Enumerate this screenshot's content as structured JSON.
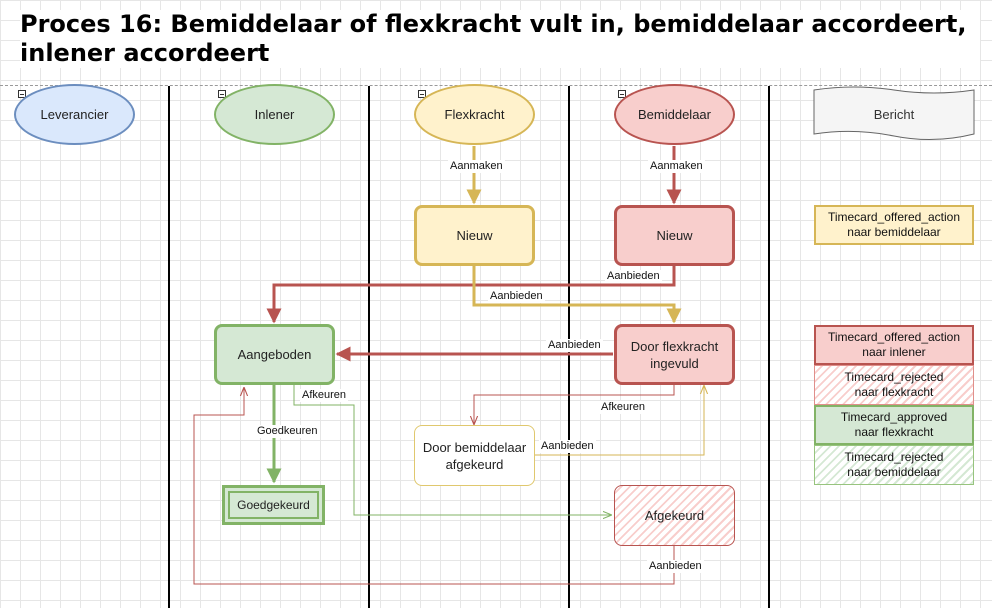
{
  "title": "Proces 16: Bemiddelaar of flexkracht vult in, bemiddelaar accordeert, inlener accordeert",
  "lanes": {
    "leverancier": "Leverancier",
    "inlener": "Inlener",
    "flexkracht": "Flexkracht",
    "bemiddelaar": "Bemiddelaar",
    "bericht": "Bericht"
  },
  "nodes": {
    "nieuw_flex": "Nieuw",
    "nieuw_bem": "Nieuw",
    "aangeboden": "Aangeboden",
    "door_flexkracht_ingevuld": "Door flexkracht ingevuld",
    "door_bemiddelaar_afgekeurd": "Door bemiddelaar afgekeurd",
    "goedgekeurd": "Goedgekeurd",
    "afgekeurd": "Afgekeurd"
  },
  "edge_labels": {
    "aanmaken_flex": "Aanmaken",
    "aanmaken_bem": "Aanmaken",
    "aanbieden_bem": "Aanbieden",
    "aanbieden_flex": "Aanbieden",
    "aanbieden_ingevuld": "Aanbieden",
    "afkeuren_ingevuld": "Afkeuren",
    "afkeuren_aangeboden": "Afkeuren",
    "goedkeuren": "Goedkeuren",
    "aanbieden_afgekeurd_bem": "Aanbieden",
    "aanbieden_afgekeurd": "Aanbieden"
  },
  "messages": [
    {
      "line1": "Timecard_offered_action",
      "line2": "naar bemiddelaar"
    },
    {
      "line1": "Timecard_offered_action",
      "line2": "naar inlener"
    },
    {
      "line1": "Timecard_rejected",
      "line2": "naar flexkracht"
    },
    {
      "line1": "Timecard_approved",
      "line2": "naar flexkracht"
    },
    {
      "line1": "Timecard_rejected",
      "line2": "naar bemiddelaar"
    }
  ],
  "colors": {
    "blue_fill": "#dae8fc",
    "blue_stroke": "#6c8ebf",
    "green_fill": "#d5e8d4",
    "green_stroke": "#82b366",
    "yellow_fill": "#fff2cc",
    "yellow_stroke": "#d6b656",
    "red_fill": "#f8cecc",
    "red_stroke": "#b85450",
    "grey_fill": "#f5f5f5",
    "grey_stroke": "#666666"
  }
}
